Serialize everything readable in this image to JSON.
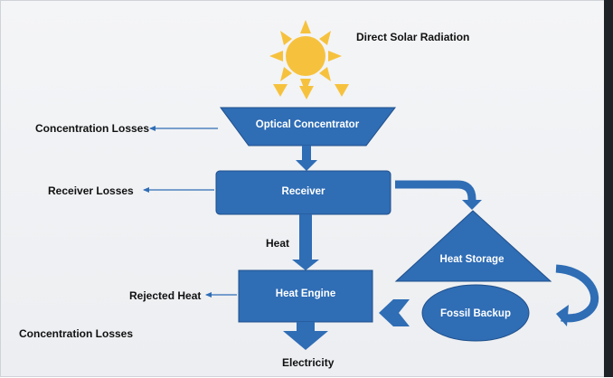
{
  "diagram": {
    "sun_label": "Direct Solar Radiation",
    "nodes": {
      "optical_concentrator": "Optical Concentrator",
      "receiver": "Receiver",
      "heat_engine": "Heat Engine",
      "heat_storage": "Heat Storage",
      "fossil_backup": "Fossil Backup"
    },
    "side_labels": {
      "concentration_losses_top": "Concentration Losses",
      "receiver_losses": "Receiver Losses",
      "rejected_heat": "Rejected Heat",
      "concentration_losses_bottom": "Concentration Losses"
    },
    "flow_labels": {
      "heat": "Heat",
      "electricity": "Electricity"
    },
    "colors": {
      "node_fill": "#2f6db5",
      "node_stroke": "#1f4f8a",
      "sun": "#f6c23e",
      "arrow_loss": "#2f6db5"
    }
  }
}
